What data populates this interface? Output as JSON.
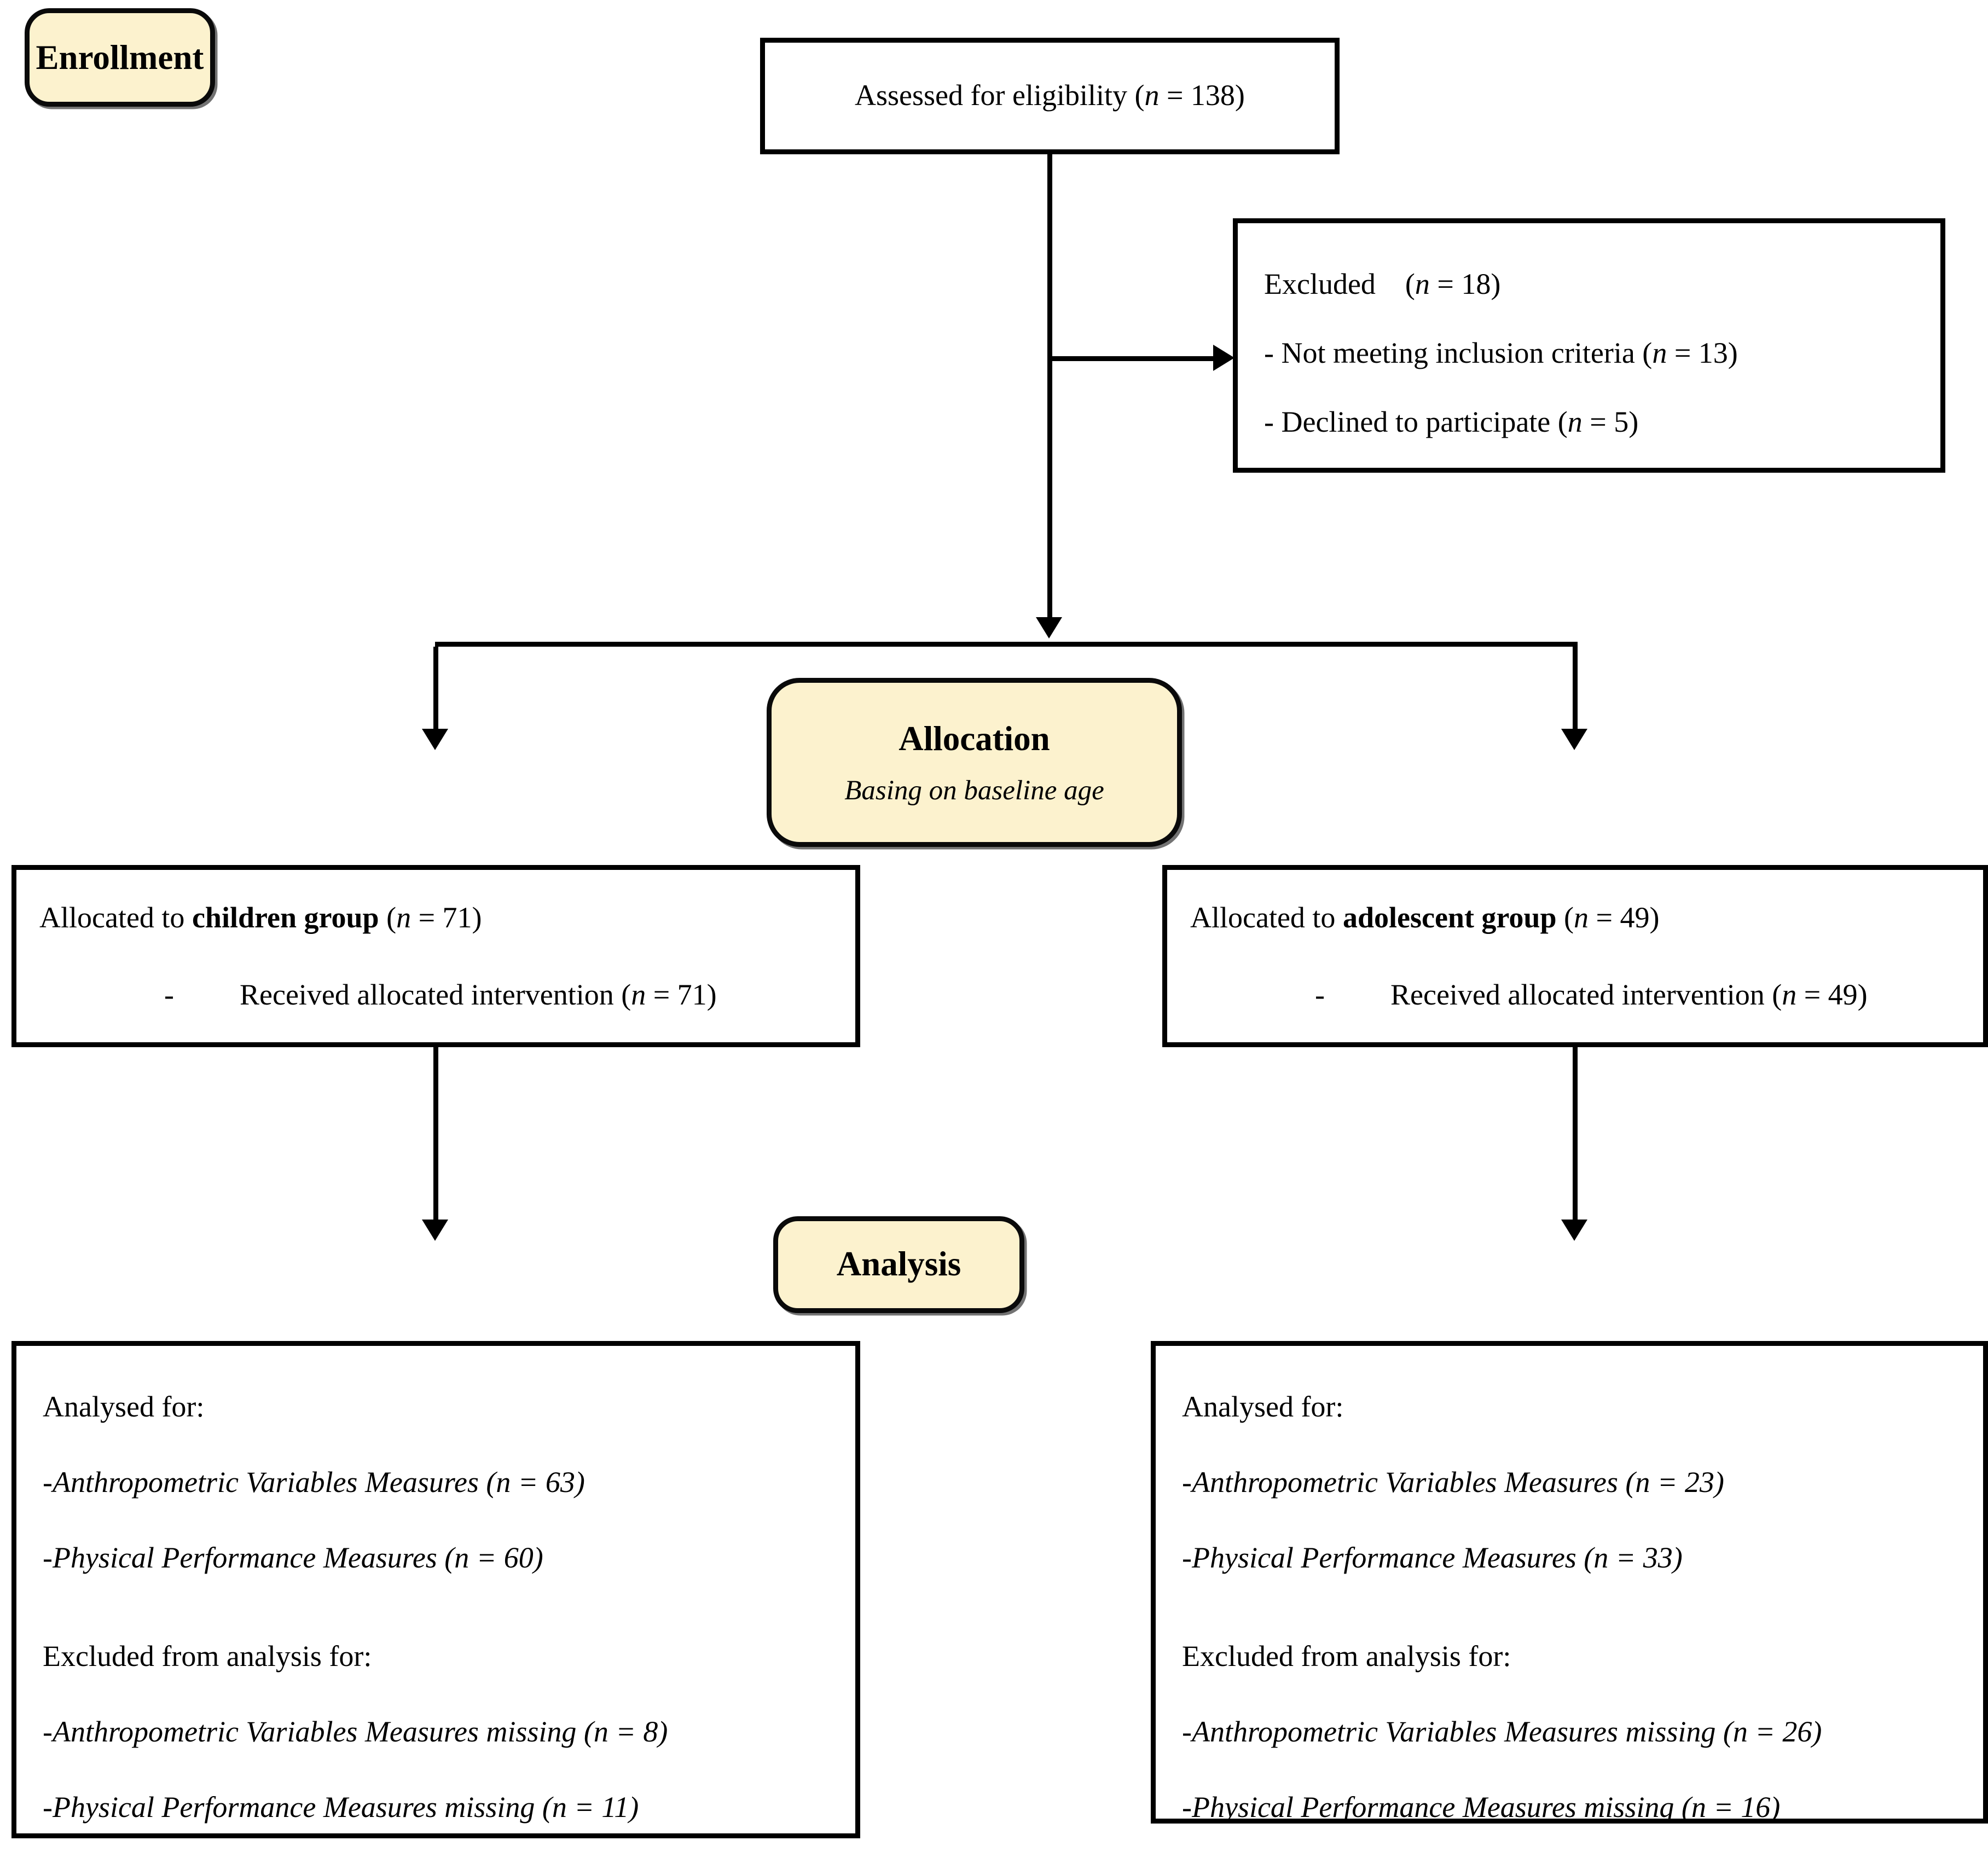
{
  "colors": {
    "badge_fill": "#FCF2CE",
    "line_color": "#000000",
    "box_background": "#FFFFFF",
    "text_color": "#000000"
  },
  "badges": {
    "enrollment": "Enrollment",
    "allocation_title": "Allocation",
    "allocation_subtitle": "Basing on baseline age",
    "analysis": "Analysis"
  },
  "assessed": {
    "pre": "Assessed for eligibility (",
    "n": "n",
    "post": " = 138)"
  },
  "excluded": {
    "title_pre": "Excluded    (",
    "title_n": "n",
    "title_post": " = 18)",
    "items": [
      {
        "pre": "- Not meeting inclusion criteria (",
        "n": "n",
        "post": " = 13)"
      },
      {
        "pre": "- Declined to participate (",
        "n": "n",
        "post": " = 5)"
      }
    ]
  },
  "groups": [
    {
      "allocated_pre": "Allocated to ",
      "allocated_bold": "children group",
      "allocated_mid": " (",
      "allocated_n": "n",
      "allocated_post": " = 71)",
      "received_dash": "-",
      "received_pre": "Received allocated intervention (",
      "received_n": "n",
      "received_post": " = 71)",
      "analysed_header": "Analysed for:",
      "analysed_items": [
        {
          "pre": "-Anthropometric Variables Measures (",
          "n": "n",
          "post": " = 63)"
        },
        {
          "pre": "-Physical Performance Measures (",
          "n": "n",
          "post": " = 60)"
        }
      ],
      "excluded_header": "Excluded from analysis for:",
      "excluded_items": [
        {
          "pre": "-Anthropometric Variables Measures missing (",
          "n": "n",
          "post": " = 8)"
        },
        {
          "pre": "-Physical Performance Measures missing (",
          "n": "n",
          "post": " = 11)"
        }
      ]
    },
    {
      "allocated_pre": "Allocated to ",
      "allocated_bold": "adolescent group",
      "allocated_mid": " (",
      "allocated_n": "n",
      "allocated_post": " = 49)",
      "received_dash": "-",
      "received_pre": "Received allocated intervention (",
      "received_n": "n",
      "received_post": " = 49)",
      "analysed_header": "Analysed for:",
      "analysed_items": [
        {
          "pre": "-Anthropometric Variables Measures (",
          "n": "n",
          "post": " = 23)"
        },
        {
          "pre": "-Physical Performance Measures (",
          "n": "n",
          "post": " = 33)"
        }
      ],
      "excluded_header": "Excluded from analysis for:",
      "excluded_items": [
        {
          "pre": "-Anthropometric Variables Measures missing (",
          "n": "n",
          "post": " = 26)"
        },
        {
          "pre": "-Physical Performance Measures missing (",
          "n": "n",
          "post": " = 16)"
        }
      ]
    }
  ]
}
